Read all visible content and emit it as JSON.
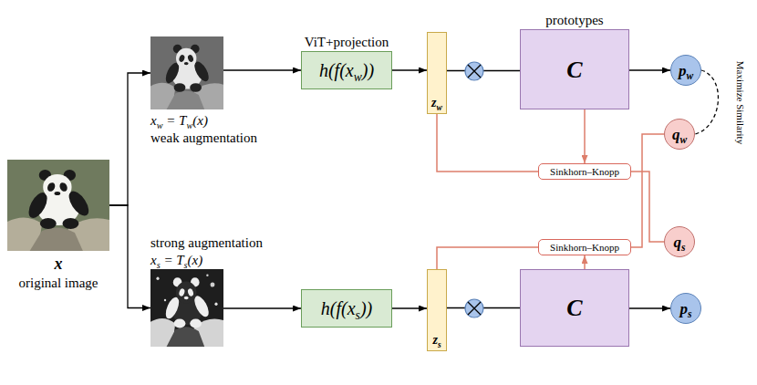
{
  "diagram": {
    "nodes": [
      {
        "text": [
          "x",
          "original image"
        ]
      },
      {
        "text": [
          "xw = Tw(x)",
          "weak augmentation"
        ]
      },
      {
        "text": [
          "ViT+projection",
          "h(f(xw))"
        ]
      },
      {
        "text": [
          "zw"
        ]
      },
      {
        "text": [
          "prototypes",
          "C"
        ]
      },
      {
        "text": [
          "pw"
        ]
      },
      {
        "text": [
          "Sinkhorn–Knopp"
        ]
      },
      {
        "text": [
          "qw"
        ]
      },
      {
        "text": [
          "qs"
        ]
      },
      {
        "text": [
          "Sinkhorn–Knopp"
        ]
      },
      {
        "text": [
          "strong augmentation",
          "xs = Ts(x)"
        ]
      },
      {
        "text": [
          "h(f(xs))"
        ]
      },
      {
        "text": [
          "zs"
        ]
      },
      {
        "text": [
          "C"
        ]
      },
      {
        "text": [
          "ps"
        ]
      }
    ],
    "edges": [
      {
        "from": 0,
        "to": 1,
        "arrow": "to"
      },
      {
        "from": 0,
        "to": 10,
        "arrow": "to"
      },
      {
        "from": 1,
        "to": 2,
        "arrow": "to"
      },
      {
        "from": 2,
        "to": 3,
        "arrow": "to"
      },
      {
        "from": 3,
        "to": 4,
        "arrow": "none"
      },
      {
        "from": 4,
        "to": 5,
        "arrow": "to"
      },
      {
        "from": 3,
        "to": 6,
        "arrow": "none"
      },
      {
        "from": 4,
        "to": 6,
        "arrow": "to"
      },
      {
        "from": 6,
        "to": 8,
        "arrow": "none"
      },
      {
        "from": 5,
        "to": 7,
        "arrow": "none",
        "label": "Maximize Similarity"
      },
      {
        "from": 10,
        "to": 11,
        "arrow": "to"
      },
      {
        "from": 11,
        "to": 12,
        "arrow": "to"
      },
      {
        "from": 12,
        "to": 13,
        "arrow": "none"
      },
      {
        "from": 13,
        "to": 14,
        "arrow": "to"
      },
      {
        "from": 12,
        "to": 9,
        "arrow": "none"
      },
      {
        "from": 13,
        "to": 9,
        "arrow": "to"
      },
      {
        "from": 9,
        "to": 7,
        "arrow": "none"
      }
    ]
  }
}
